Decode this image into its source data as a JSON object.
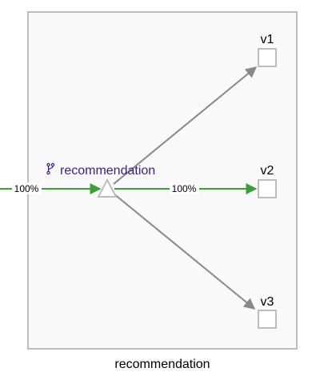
{
  "colors": {
    "box_fill": "#f9f9f9",
    "box_stroke": "#bdbdbd",
    "edge_gray": "#888888",
    "edge_green": "#3e9b3e",
    "service_text": "#3b1f7d",
    "node_stroke": "#bdbdbd"
  },
  "box": {
    "label": "recommendation"
  },
  "service": {
    "label": "recommendation",
    "icon": "branch-icon"
  },
  "versions": [
    {
      "id": "v1",
      "label": "v1"
    },
    {
      "id": "v2",
      "label": "v2"
    },
    {
      "id": "v3",
      "label": "v3"
    }
  ],
  "edges": {
    "incoming": {
      "label": "100%",
      "status": "healthy"
    },
    "to_v1": {
      "label": "",
      "status": "idle"
    },
    "to_v2": {
      "label": "100%",
      "status": "healthy"
    },
    "to_v3": {
      "label": "",
      "status": "idle"
    }
  }
}
